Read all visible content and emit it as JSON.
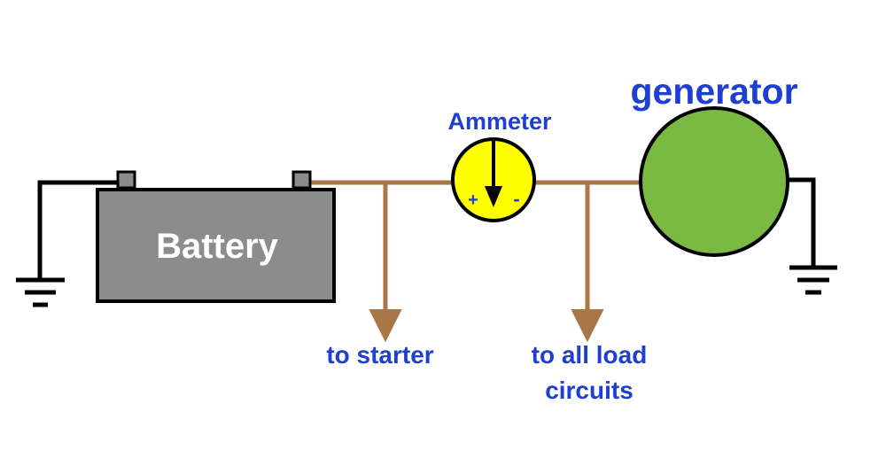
{
  "colors": {
    "wire_ground": "#000000",
    "wire_main": "#a87745",
    "battery_fill": "#8c8c8c",
    "battery_text": "#ffffff",
    "ammeter_fill": "#ffff00",
    "generator_fill": "#7ab942",
    "label_blue": "#1f3fd1"
  },
  "labels": {
    "battery": "Battery",
    "ammeter": "Ammeter",
    "ammeter_plus": "+",
    "ammeter_minus": "-",
    "generator": "generator",
    "to_starter": "to starter",
    "to_load_line1": "to all load",
    "to_load_line2": "circuits"
  },
  "icons": {
    "battery": "battery-icon",
    "ammeter": "ammeter-gauge-icon",
    "generator": "generator-icon",
    "ground": "ground-symbol-icon",
    "arrow": "arrow-down-icon"
  }
}
